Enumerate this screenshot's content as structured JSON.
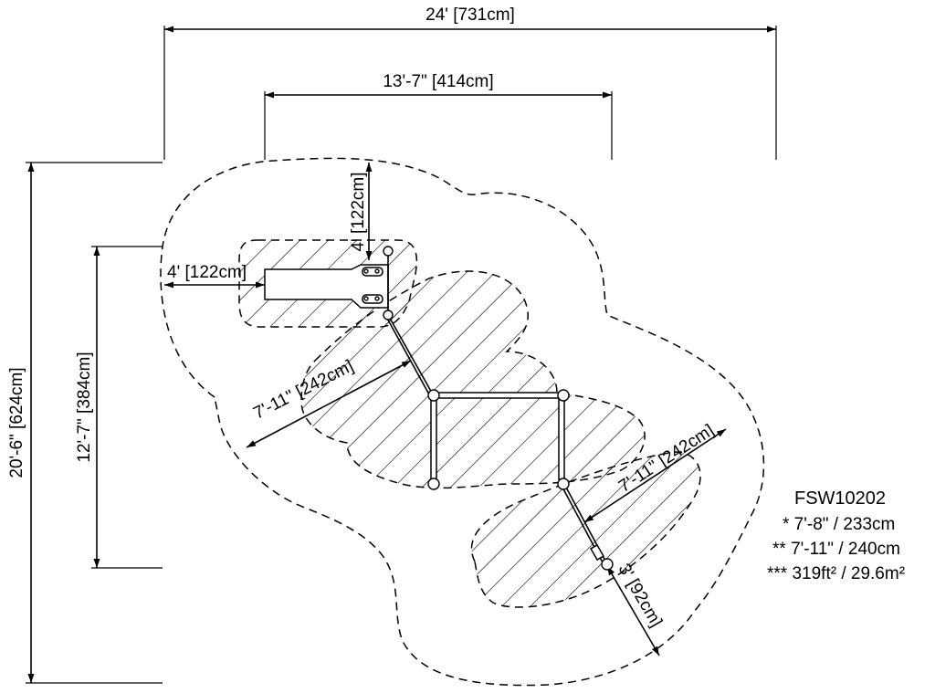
{
  "dimensions": {
    "overall_width": "24' [731cm]",
    "inner_width": "13'-7\" [414cm]",
    "overall_depth": "20'-6\" [624cm]",
    "inner_depth": "12'-7\" [384cm]",
    "top_clearance": "4' [122cm]",
    "side_clearance": "4' [122cm]",
    "diag_upper": "7'-11\" [242cm]",
    "diag_lower": "7'-11\" [242cm]",
    "end_clearance": "3' [92cm]"
  },
  "specs": {
    "model": "FSW10202",
    "line1": "* 7'-8\" / 233cm",
    "line2": "** 7'-11\" / 240cm",
    "line3": "*** 319ft² / 29.6m²"
  }
}
